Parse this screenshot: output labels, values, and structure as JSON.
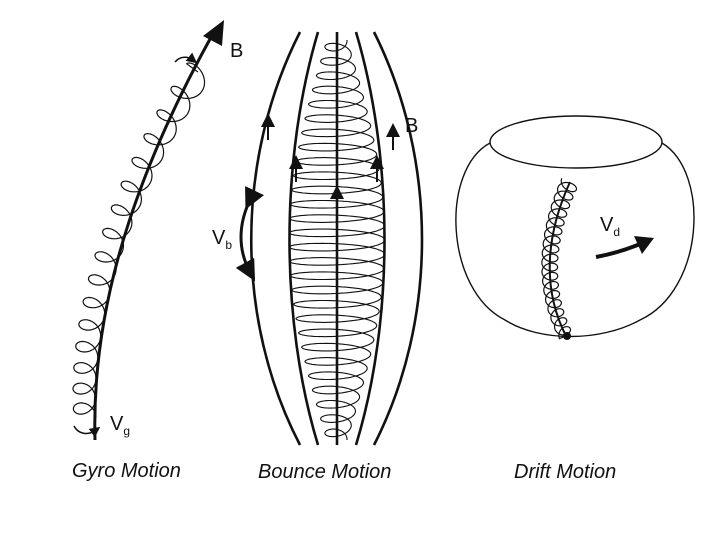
{
  "panels": [
    {
      "caption": "Gyro Motion",
      "field_label": "B",
      "velocity_label": {
        "main": "V",
        "sub": "g"
      }
    },
    {
      "caption": "Bounce Motion",
      "field_label": "B",
      "velocity_label": {
        "main": "V",
        "sub": "b"
      }
    },
    {
      "caption": "Drift Motion",
      "velocity_label": {
        "main": "V",
        "sub": "d"
      }
    }
  ],
  "colors": {
    "ink": "#111111",
    "background": "#ffffff"
  }
}
